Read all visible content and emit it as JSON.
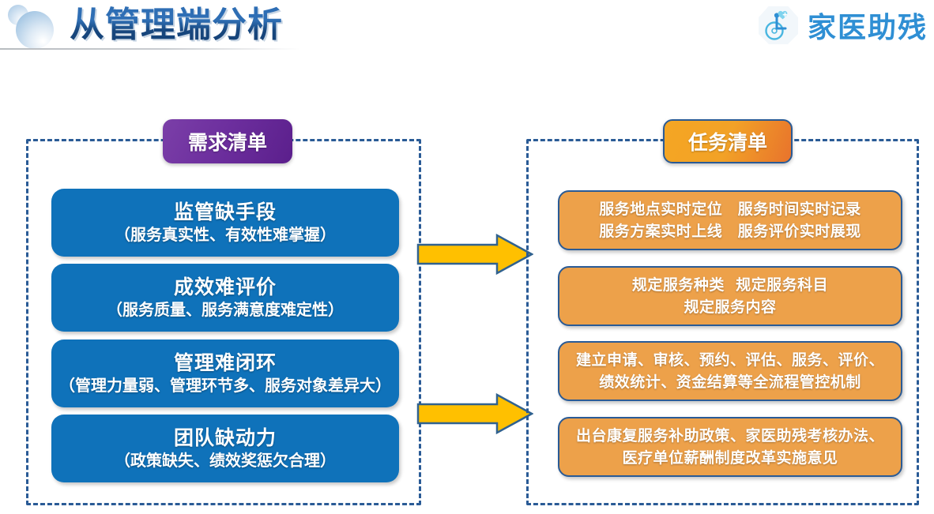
{
  "header": {
    "title": "从管理端分析",
    "brand_name": "家医助残",
    "brand_icon": "wheelchair-heart-icon",
    "deco_icon": "bubbles-decoration"
  },
  "panels": {
    "left": {
      "title": "需求清单",
      "title_color": "#6d2f9e",
      "border_color": "#2a5b96",
      "cards": [
        {
          "title": "监管缺手段",
          "sub": "（服务真实性、有效性难掌握）"
        },
        {
          "title": "成效难评价",
          "sub": "（服务质量、服务满意度难定性）"
        },
        {
          "title": "管理难闭环",
          "sub": "（管理力量弱、管理环节多、服务对象差异大）"
        },
        {
          "title": "团队缺动力",
          "sub": "（政策缺失、绩效奖惩欠合理）"
        }
      ],
      "card_color": "#0f72ba"
    },
    "right": {
      "title": "任务清单",
      "title_color": "#f2a227",
      "border_color": "#2a5b96",
      "cards": [
        {
          "line1": "服务地点实时定位　服务时间实时记录",
          "line2": "服务方案实时上线　服务评价实时展现"
        },
        {
          "line1": "规定服务种类  规定服务科目",
          "line2": "规定服务内容"
        },
        {
          "line1": "建立申请、审核、预约、评估、服务、评价、",
          "line2": "绩效统计、资金结算等全流程管控机制"
        },
        {
          "line1": "出台康复服务补助政策、家医助残考核办法、",
          "line2": "医疗单位薪酬制度改革实施意见"
        }
      ],
      "card_color": "#eda14a"
    }
  },
  "arrows": {
    "fill": "#FFC000",
    "stroke": "#31628f",
    "items": [
      {
        "name": "arrow-requirements-to-tasks-top"
      },
      {
        "name": "arrow-requirements-to-tasks-bottom"
      }
    ]
  }
}
